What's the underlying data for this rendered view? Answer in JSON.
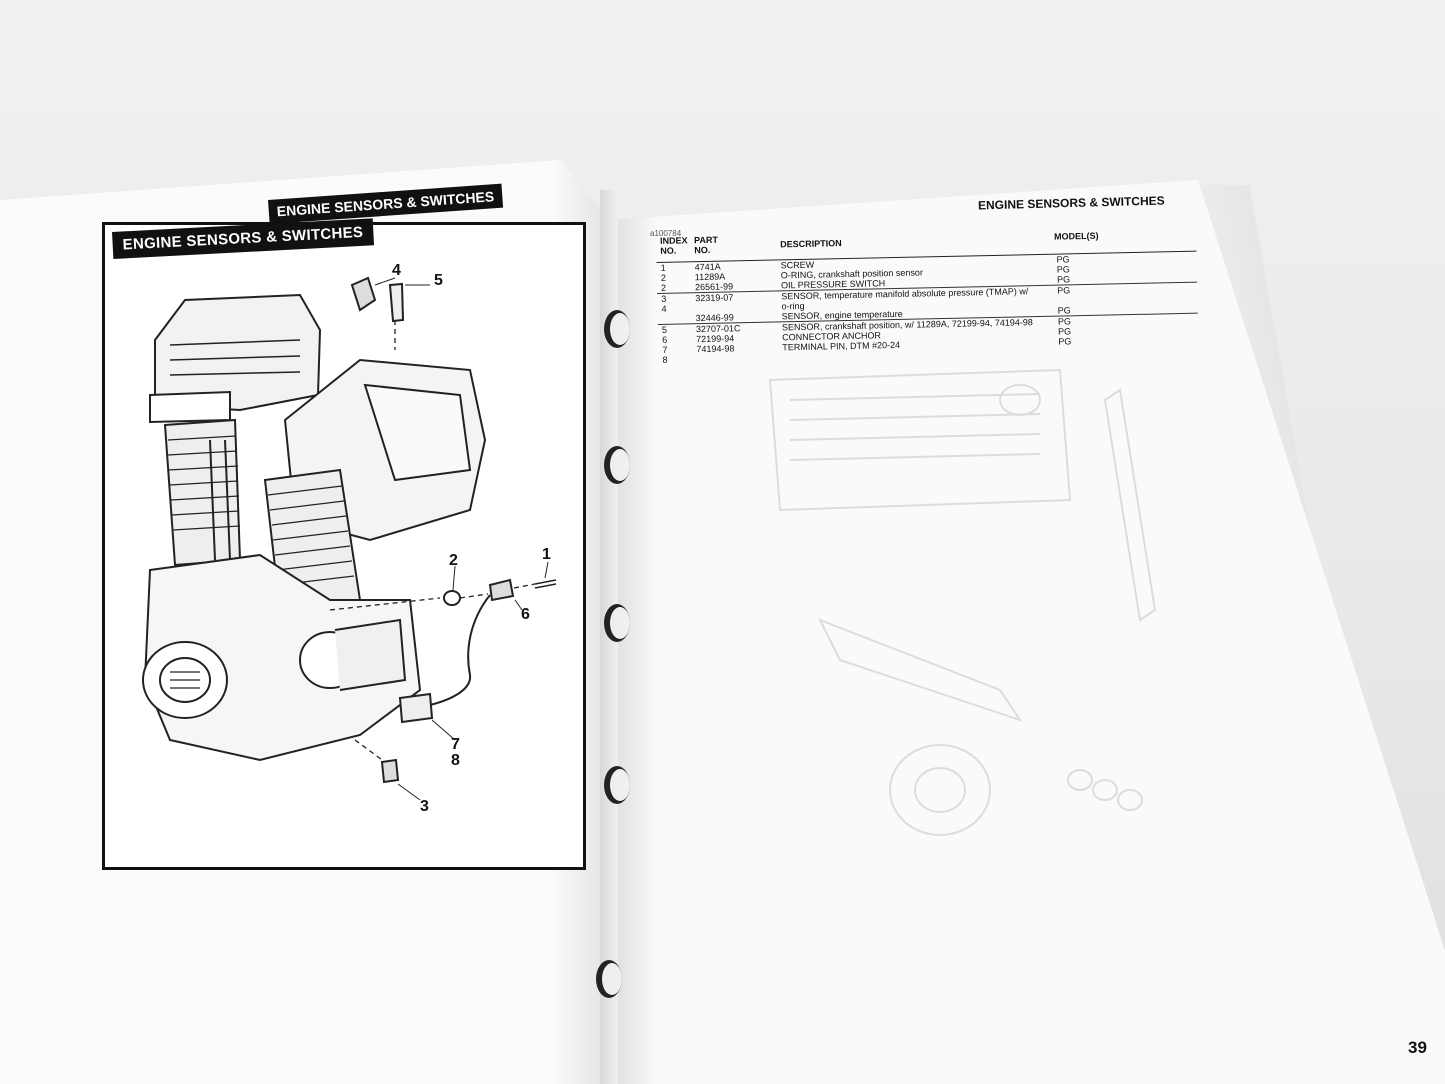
{
  "left_page": {
    "title": "ENGINE SENSORS & SWITCHES",
    "tab_title": "ENGINE SENSORS & SWITCHES",
    "callouts": [
      "1",
      "2",
      "3",
      "4",
      "5",
      "6",
      "7",
      "8"
    ]
  },
  "right_page": {
    "heading": "ENGINE SENSORS & SWITCHES",
    "figure_id": "a100784",
    "table": {
      "headers": {
        "index_no": "INDEX NO.",
        "part_no": "PART NO.",
        "description": "DESCRIPTION",
        "models": "MODEL(S)"
      },
      "rows": [
        {
          "index": "1",
          "part": "4741A",
          "description": "SCREW",
          "model": "PG"
        },
        {
          "index": "2",
          "part": "11289A",
          "description": "O-RING, crankshaft position sensor",
          "model": "PG"
        },
        {
          "index": "2",
          "part": "26561-99",
          "description": "OIL PRESSURE SWITCH",
          "model": "PG"
        },
        {
          "index": "3",
          "part": "32319-07",
          "description": "SENSOR, temperature manifold absolute pressure (TMAP) w/",
          "model": "PG"
        },
        {
          "index": "4",
          "part": "",
          "description": "o-ring",
          "model": ""
        },
        {
          "index": "",
          "part": "32446-99",
          "description": "SENSOR, engine temperature",
          "model": "PG"
        },
        {
          "index": "5",
          "part": "32707-01C",
          "description": "SENSOR, crankshaft position, w/ 11289A, 72199-94, 74194-98",
          "model": "PG"
        },
        {
          "index": "6",
          "part": "72199-94",
          "description": "CONNECTOR ANCHOR",
          "model": "PG"
        },
        {
          "index": "7",
          "part": "74194-98",
          "description": "TERMINAL PIN, DTM #20-24",
          "model": "PG"
        },
        {
          "index": "8",
          "part": "",
          "description": "",
          "model": ""
        }
      ]
    },
    "page_number": "39"
  }
}
